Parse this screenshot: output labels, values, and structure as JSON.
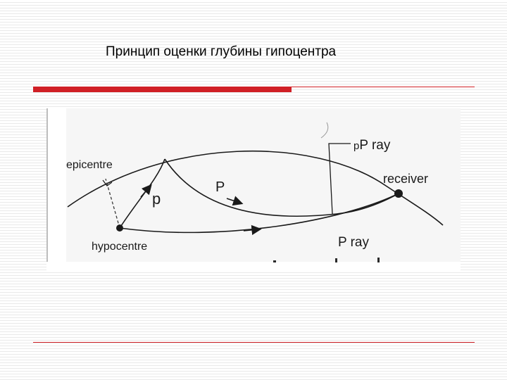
{
  "slide": {
    "title": "Принцип оценки глубины гипоцентра"
  },
  "diagram": {
    "labels": {
      "epicentre": "epicentre",
      "hypocentre": "hypocentre",
      "receiver": "receiver",
      "p_lower": "p",
      "P_upper": "P",
      "pP_ray_small": "p",
      "pP_ray_rest": "P ray",
      "P_ray": "P ray"
    }
  },
  "colors": {
    "accent_red": "#d01f25",
    "ink": "#1a1a1a"
  }
}
